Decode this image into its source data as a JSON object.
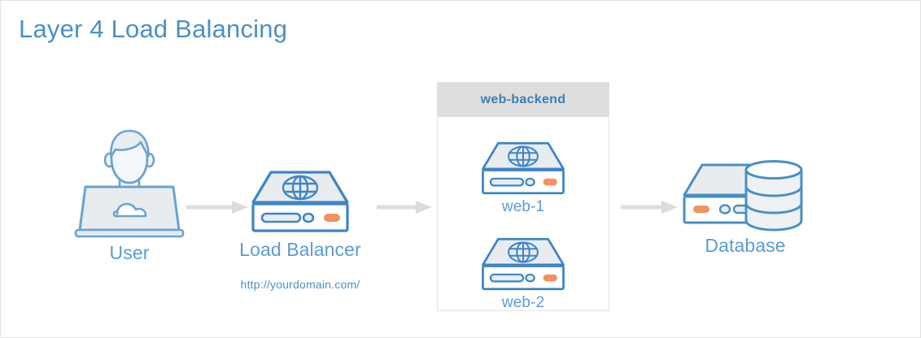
{
  "title": "Layer 4 Load Balancing",
  "colors": {
    "title_blue": "#4a90c8",
    "label_blue": "#5b9bd5",
    "group_title_blue": "#3c7fb5",
    "icon_stroke": "#4a8fc4",
    "icon_fill": "#e8ecef",
    "accent_orange": "#f2925f",
    "arrow_gray": "#dcdcdc",
    "group_header_gray": "#dedede",
    "frame_border": "#e2e2e2"
  },
  "nodes": {
    "user": {
      "label": "User",
      "icon": "user-at-laptop-icon"
    },
    "load_balancer": {
      "label": "Load Balancer",
      "url": "http://yourdomain.com/",
      "icon": "server-globe-icon"
    },
    "database": {
      "label": "Database",
      "icon": "database-server-icon"
    }
  },
  "backend_group": {
    "title": "web-backend",
    "servers": [
      {
        "label": "web-1",
        "icon": "server-globe-icon"
      },
      {
        "label": "web-2",
        "icon": "server-globe-icon"
      }
    ]
  },
  "arrows": [
    {
      "name": "arrow-user-to-load-balancer",
      "from": "user",
      "to": "load_balancer"
    },
    {
      "name": "arrow-load-balancer-to-backend",
      "from": "load_balancer",
      "to": "web-backend"
    },
    {
      "name": "arrow-backend-to-database",
      "from": "web-backend",
      "to": "database"
    }
  ]
}
